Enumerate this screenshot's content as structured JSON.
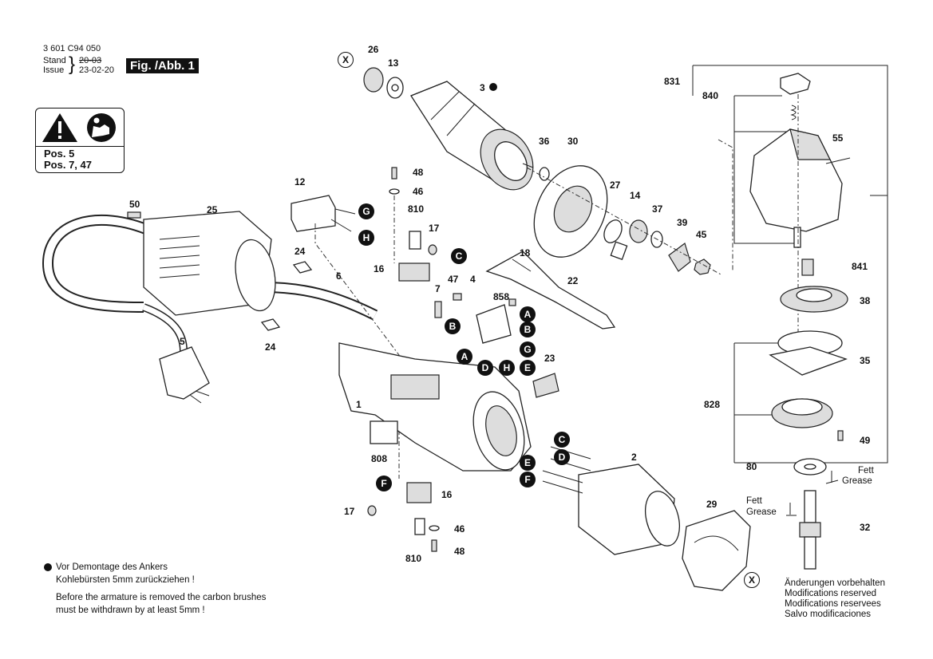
{
  "header": {
    "part_number": "3 601 C94 050",
    "stand_label": "Stand",
    "issue_label": "Issue",
    "stand_value": "20-03",
    "issue_value": "23-02-20",
    "figure_label": "Fig. /Abb. 1"
  },
  "warning_box": {
    "icons": [
      "warning-triangle-icon",
      "read-manual-icon"
    ],
    "line1": "Pos. 5",
    "line2": "Pos. 7, 47"
  },
  "part_labels": {
    "p26": "26",
    "p13": "13",
    "p3": "3",
    "p36": "36",
    "p30": "30",
    "p27": "27",
    "p14": "14",
    "p37": "37",
    "p39": "39",
    "p45": "45",
    "p831": "831",
    "p840": "840",
    "p55": "55",
    "p841": "841",
    "p38": "38",
    "p35": "35",
    "p828": "828",
    "p49": "49",
    "p80": "80",
    "p32": "32",
    "p29": "29",
    "p2": "2",
    "p50": "50",
    "p25": "25",
    "p24a": "24",
    "p24b": "24",
    "p12": "12",
    "p48a": "48",
    "p46a": "46",
    "p810a": "810",
    "p17a": "17",
    "p16a": "16",
    "p6": "6",
    "p5": "5",
    "p18": "18",
    "p22": "22",
    "p7": "7",
    "p47": "47",
    "p4": "4",
    "p858": "858",
    "p23": "23",
    "p1": "1",
    "p808": "808",
    "p16b": "16",
    "p17b": "17",
    "p46b": "46",
    "p48b": "48",
    "p810b": "810"
  },
  "connector_labels": {
    "G1": "G",
    "H1": "H",
    "C1": "C",
    "A1": "A",
    "B1": "B",
    "B2": "B",
    "G2": "G",
    "A2": "A",
    "D1": "D",
    "H2": "H",
    "E1": "E",
    "C2": "C",
    "D2": "D",
    "E2": "E",
    "F1": "F",
    "F2": "F"
  },
  "reference_marks": {
    "x1": "X",
    "x2": "X"
  },
  "grease_notes": {
    "fett1": "Fett",
    "grease1": "Grease",
    "fett2": "Fett",
    "grease2": "Grease"
  },
  "footnote": {
    "line1": "Vor Demontage des Ankers",
    "line2": "Kohlebürsten 5mm zurückziehen !",
    "line3": "Before the armature is removed the carbon brushes",
    "line4": "must be withdrawn by at least 5mm !"
  },
  "modifications": {
    "de": "Änderungen vorbehalten",
    "en": "Modifications reserved",
    "fr": "Modifications reservees",
    "es": "Salvo modificaciones"
  }
}
